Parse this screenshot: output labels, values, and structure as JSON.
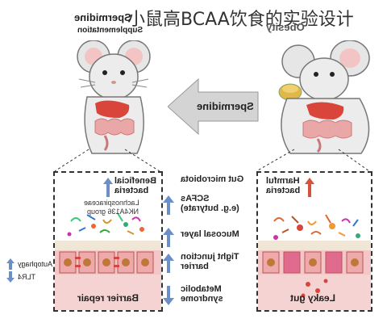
{
  "title": "小鼠高BCAA饮食的实验设计",
  "left_header": {
    "line1": "Spermidine",
    "line2": "Supplementation"
  },
  "right_header": {
    "line1": "Obesity"
  },
  "arrow_label": "Spermidine",
  "left_panel": {
    "beneficial": {
      "line1": "Beneficial",
      "line2": "bacteria"
    },
    "taxa1": "Lachnospiraceae",
    "taxa2": "NK4A136 group",
    "barrier": "Barrier repair"
  },
  "right_panel": {
    "harmful": {
      "line1": "Harmful",
      "line2": "bacteria"
    },
    "leaky": "Leaky gut"
  },
  "outside_left": {
    "autophagy": "Autophagy",
    "tlr4": "TLR4"
  },
  "middle": [
    {
      "text1": "Gut microbiota",
      "text2": "",
      "arrow": "none"
    },
    {
      "text1": "SCFAs",
      "text2": "(e.g. butyrate)",
      "arrow": "up"
    },
    {
      "text1": "Mucosal layer",
      "text2": "",
      "arrow": "up"
    },
    {
      "text1": "Tight junction",
      "text2": "barrier",
      "arrow": "up"
    },
    {
      "text1": "Metabolic",
      "text2": "syndrome",
      "arrow": "down"
    }
  ],
  "colors": {
    "arrow_blue": "#6b8fc7",
    "arrow_red": "#d9513a",
    "tissue": "#f2b6b6",
    "liver": "#d9453a",
    "gut": "#e9a7a7"
  }
}
